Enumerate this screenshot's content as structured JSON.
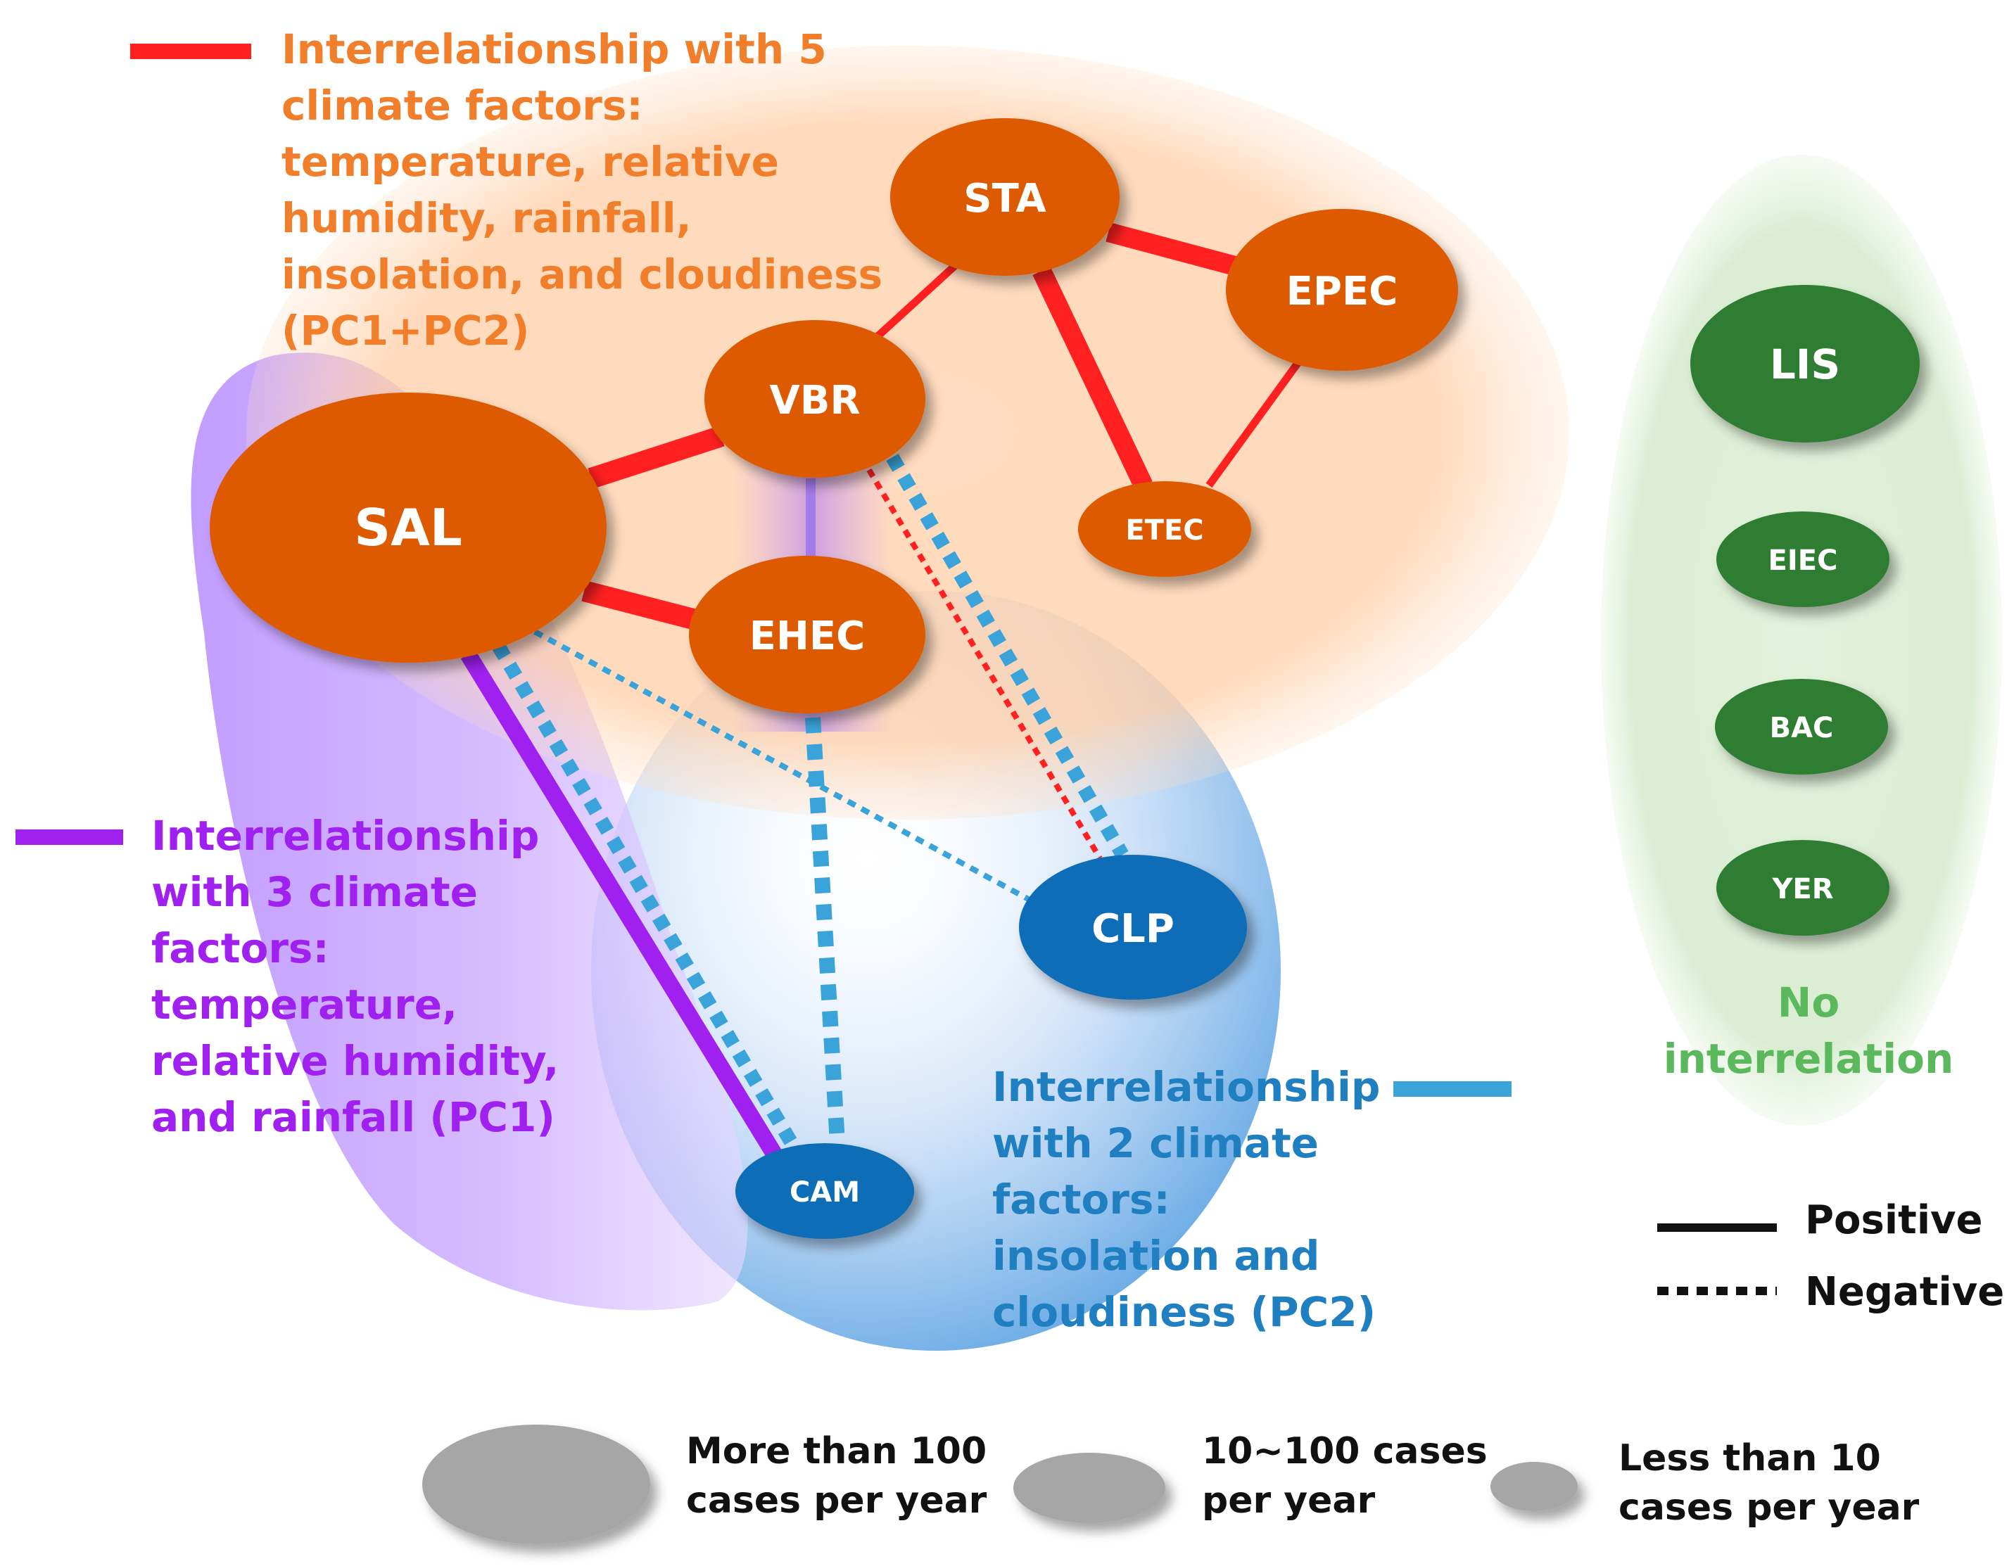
{
  "colors": {
    "orange_node": "#dd5a06",
    "blue_node": "#0a6db6",
    "green_node": "#2e7d32",
    "red_line": "#ff2020",
    "purple_line": "#a020f0",
    "blue_line": "#3aa3d9",
    "grey_size": "#a6a6a6"
  },
  "groups": {
    "pc1_pc2": {
      "legend_lines": [
        "Interrelationship  with  5",
        "climate  factors:",
        "temperature,  relative",
        "humidity,  rainfall,",
        "insolation,  and  cloudiness",
        "(PC1+PC2)"
      ]
    },
    "pc1": {
      "legend_lines": [
        "Interrelationship",
        "with  3  climate",
        "factors:",
        "temperature,",
        "relative  humidity,",
        "and  rainfall  (PC1)"
      ]
    },
    "pc2": {
      "legend_lines": [
        "Interrelationship",
        "with  2  climate",
        "factors:",
        "insolation  and",
        "cloudiness  (PC2)"
      ]
    },
    "none": {
      "legend_lines": [
        "No",
        "interrelation"
      ]
    }
  },
  "nodes": {
    "SAL": "SAL",
    "VBR": "VBR",
    "STA": "STA",
    "EPEC": "EPEC",
    "ETEC": "ETEC",
    "EHEC": "EHEC",
    "CLP": "CLP",
    "CAM": "CAM",
    "LIS": "LIS",
    "EIEC": "EIEC",
    "BAC": "BAC",
    "YER": "YER"
  },
  "line_legend": {
    "positive": "Positive",
    "negative": "Negative"
  },
  "size_legend": {
    "large": [
      "More  than  100",
      "cases  per  year"
    ],
    "medium": [
      "10~100  cases",
      "per  year"
    ],
    "small": [
      "Less  than  10",
      "cases  per  year"
    ]
  }
}
